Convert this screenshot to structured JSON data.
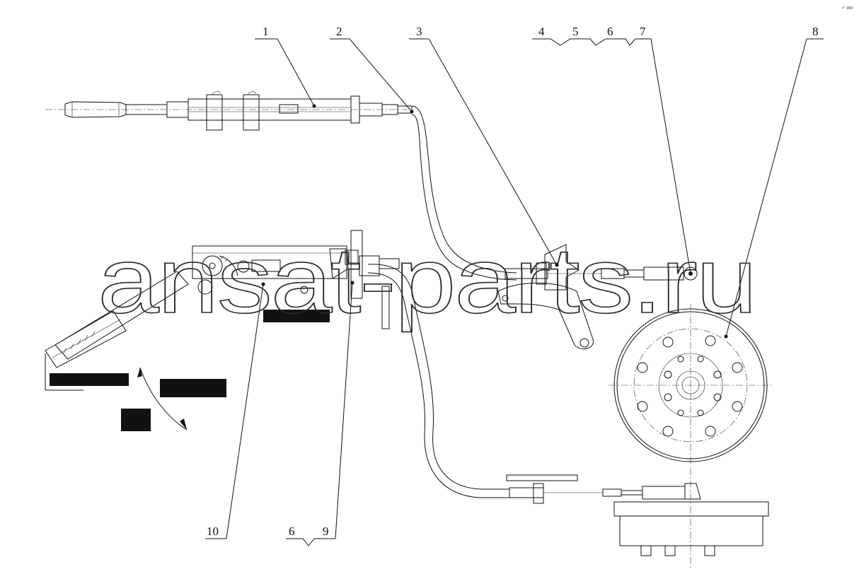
{
  "corner_mark": "•°  000",
  "watermark": "ansat-parts.ru",
  "callouts": {
    "c1": "1",
    "c2": "2",
    "c3": "3",
    "c4": "4",
    "c5": "5",
    "c6_top": "6",
    "c7": "7",
    "c8": "8",
    "c6_bottom": "6",
    "c9": "9",
    "c10": "10"
  },
  "colors": {
    "ink": "#111111",
    "background": "#ffffff"
  }
}
